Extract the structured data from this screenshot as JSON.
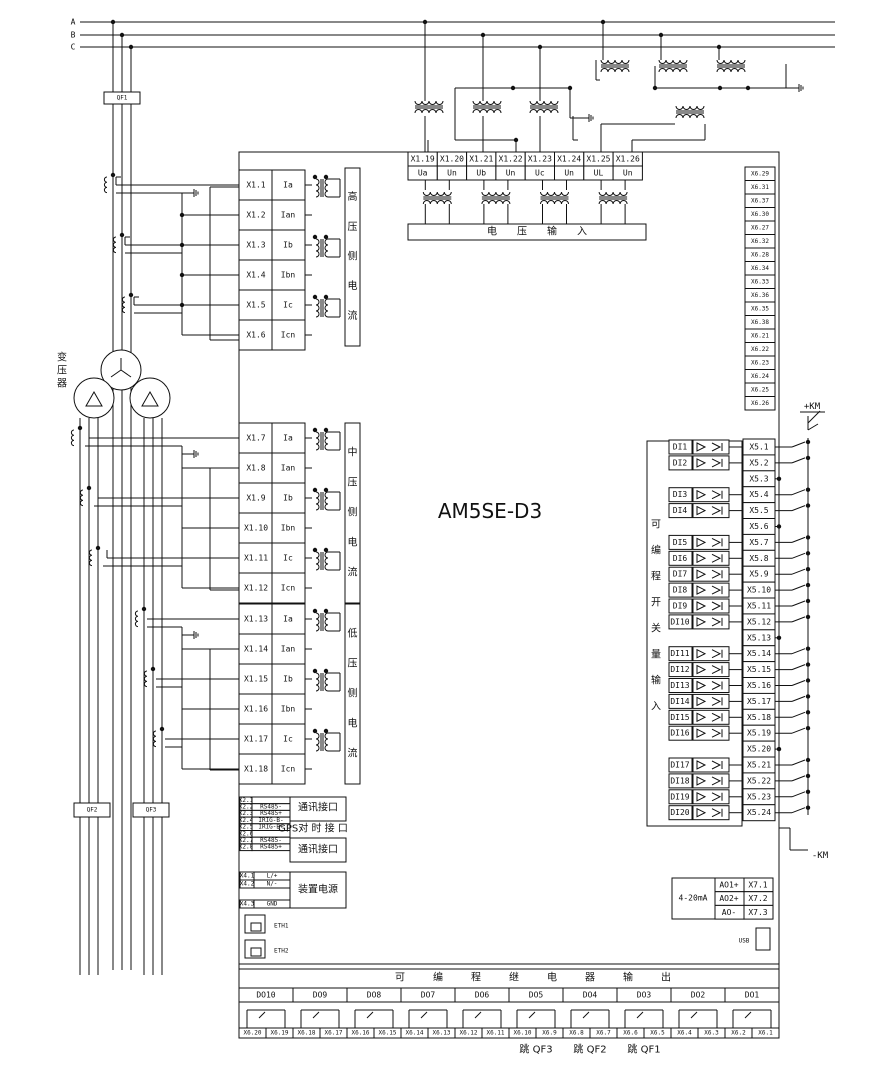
{
  "device_name": "AM5SE-D3",
  "bus_labels": [
    "A",
    "B",
    "C"
  ],
  "breakers": {
    "qf1": "QF1",
    "qf2": "QF2",
    "qf3": "QF3"
  },
  "transformer_label": [
    "变",
    "压",
    "器"
  ],
  "current_inputs": [
    {
      "terminal": "X1.1",
      "signal": "Ia"
    },
    {
      "terminal": "X1.2",
      "signal": "Ian"
    },
    {
      "terminal": "X1.3",
      "signal": "Ib"
    },
    {
      "terminal": "X1.4",
      "signal": "Ibn"
    },
    {
      "terminal": "X1.5",
      "signal": "Ic"
    },
    {
      "terminal": "X1.6",
      "signal": "Icn"
    },
    {
      "terminal": "X1.7",
      "signal": "Ia"
    },
    {
      "terminal": "X1.8",
      "signal": "Ian"
    },
    {
      "terminal": "X1.9",
      "signal": "Ib"
    },
    {
      "terminal": "X1.10",
      "signal": "Ibn"
    },
    {
      "terminal": "X1.11",
      "signal": "Ic"
    },
    {
      "terminal": "X1.12",
      "signal": "Icn"
    },
    {
      "terminal": "X1.13",
      "signal": "Ia"
    },
    {
      "terminal": "X1.14",
      "signal": "Ian"
    },
    {
      "terminal": "X1.15",
      "signal": "Ib"
    },
    {
      "terminal": "X1.16",
      "signal": "Ibn"
    },
    {
      "terminal": "X1.17",
      "signal": "Ic"
    },
    {
      "terminal": "X1.18",
      "signal": "Icn"
    }
  ],
  "current_groups": [
    [
      "高",
      "压",
      "侧",
      "电",
      "流"
    ],
    [
      "中",
      "压",
      "侧",
      "电",
      "流"
    ],
    [
      "低",
      "压",
      "侧",
      "电",
      "流"
    ]
  ],
  "voltage_terminals": [
    "X1.19",
    "X1.20",
    "X1.21",
    "X1.22",
    "X1.23",
    "X1.24",
    "X1.25",
    "X1.26"
  ],
  "voltage_signals": [
    "Ua",
    "Un",
    "Ub",
    "Un",
    "Uc",
    "Un",
    "UL",
    "Un"
  ],
  "voltage_input_label": [
    "电",
    "压",
    "输",
    "入"
  ],
  "x6_terminals": [
    "X6.29",
    "X6.31",
    "X6.37",
    "X6.30",
    "X6.27",
    "X6.32",
    "X6.28",
    "X6.34",
    "X6.33",
    "X6.36",
    "X6.35",
    "X6.38",
    "X6.21",
    "X6.22",
    "X6.23",
    "X6.24",
    "X6.25",
    "X6.26"
  ],
  "x5_terminals": [
    "X5.1",
    "X5.2",
    "X5.3",
    "X5.4",
    "X5.5",
    "X5.6",
    "X5.7",
    "X5.8",
    "X5.9",
    "X5.10",
    "X5.11",
    "X5.12",
    "X5.13",
    "X5.14",
    "X5.15",
    "X5.16",
    "X5.17",
    "X5.18",
    "X5.19",
    "X5.20",
    "X5.21",
    "X5.22",
    "X5.23",
    "X5.24"
  ],
  "di_inputs": [
    "DI1",
    "DI2",
    "DI3",
    "DI4",
    "DI5",
    "DI6",
    "DI7",
    "DI8",
    "DI9",
    "DI10",
    "DI11",
    "DI12",
    "DI13",
    "DI14",
    "DI15",
    "DI16",
    "DI17",
    "DI18",
    "DI19",
    "DI20"
  ],
  "di_group_label": [
    "可",
    "编",
    "程",
    "开",
    "关",
    "量",
    "输",
    "入"
  ],
  "km_plus": "+KM",
  "km_minus": "-KM",
  "comm_rows": [
    {
      "terminal": "X2.1",
      "signal": ""
    },
    {
      "terminal": "X2.2",
      "signal": "RS485-"
    },
    {
      "terminal": "X2.3",
      "signal": "RS485+"
    },
    {
      "terminal": "X2.4",
      "signal": "IRIG-B-"
    },
    {
      "terminal": "X2.5",
      "signal": "IRIG-B+"
    },
    {
      "terminal": "X2.6",
      "signal": ""
    },
    {
      "terminal": "X2.7",
      "signal": "RS485-"
    },
    {
      "terminal": "X2.8",
      "signal": "RS485+"
    }
  ],
  "comm_label_1": "通讯接口",
  "gps_label": "GPS对 时 接 口",
  "comm_label_2": "通讯接口",
  "power_rows": [
    {
      "terminal": "X4.1",
      "signal": "L/+"
    },
    {
      "terminal": "X4.2",
      "signal": "N/-"
    },
    {
      "terminal": "X4.3",
      "signal": "GND"
    }
  ],
  "power_label": "装置电源",
  "eth": [
    "ETH1",
    "ETH2"
  ],
  "analog_output": {
    "label": "4-20mA",
    "rows": [
      {
        "signal": "AO1+",
        "terminal": "X7.1"
      },
      {
        "signal": "AO2+",
        "terminal": "X7.2"
      },
      {
        "signal": "AO-",
        "terminal": "X7.3"
      }
    ]
  },
  "usb_label": "USB",
  "relay_output_label": [
    "可",
    "编",
    "程",
    "继",
    "电",
    "器",
    "输",
    "出"
  ],
  "relay_outputs": [
    "DO10",
    "DO9",
    "DO8",
    "DO7",
    "DO6",
    "DO5",
    "DO4",
    "DO3",
    "DO2",
    "DO1"
  ],
  "relay_terminals": [
    "X6.20",
    "X6.19",
    "X6.18",
    "X6.17",
    "X6.16",
    "X6.15",
    "X6.14",
    "X6.13",
    "X6.12",
    "X6.11",
    "X6.10",
    "X6.9",
    "X6.8",
    "X6.7",
    "X6.6",
    "X6.5",
    "X6.4",
    "X6.3",
    "X6.2",
    "X6.1"
  ],
  "trip_labels": [
    {
      "do": "DO5",
      "text": "跳 QF3"
    },
    {
      "do": "DO4",
      "text": "跳 QF2"
    },
    {
      "do": "DO3",
      "text": "跳 QF1"
    }
  ]
}
